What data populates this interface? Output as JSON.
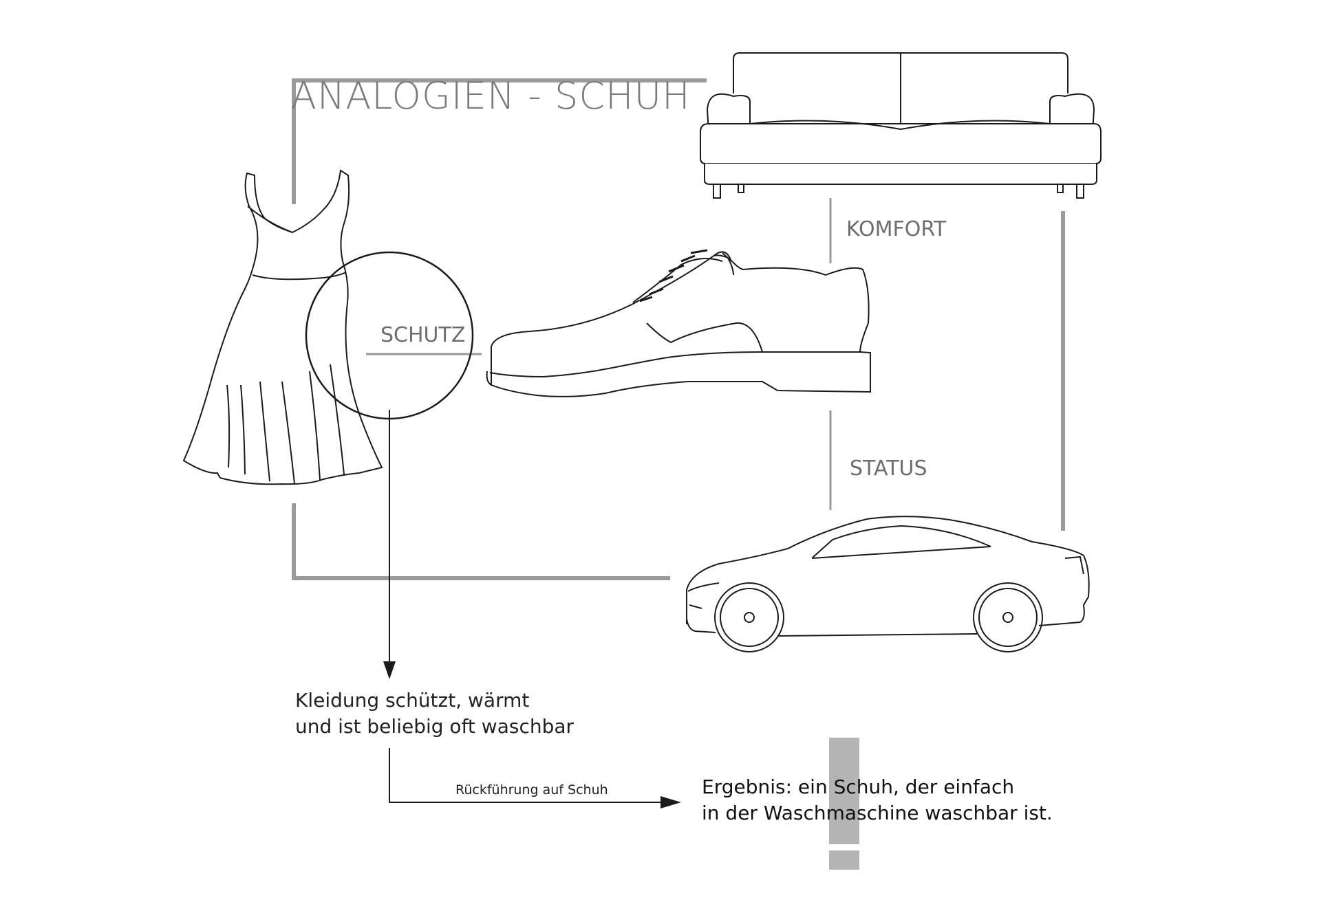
{
  "title": "ANALOGIEN - SCHUH",
  "labels": {
    "komfort": "KOMFORT",
    "status": "STATUS",
    "schutz": "SCHUTZ"
  },
  "note": {
    "line1": "Kleidung schützt, wärmt",
    "line2": "und ist beliebig oft waschbar"
  },
  "arrow_label": "Rückführung auf Schuh",
  "result": {
    "line1": "Ergebnis: ein Schuh, der einfach",
    "line2": "in der Waschmaschine waschbar ist."
  },
  "colors": {
    "frame": "#9a9a9a",
    "line": "#1a1a1a",
    "exclamation": "#b4b4b4"
  },
  "icons": [
    "dress-icon",
    "sofa-icon",
    "shoe-icon",
    "car-icon",
    "exclamation-icon"
  ]
}
